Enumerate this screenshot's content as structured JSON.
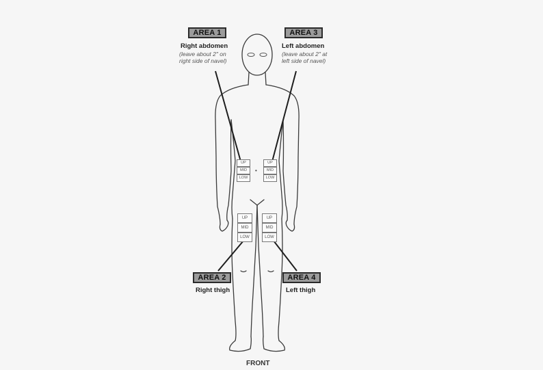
{
  "areas": [
    {
      "id": "area1",
      "box": "AREA 1",
      "label": "Right abdomen",
      "note_line1": "(leave about 2\" on",
      "note_line2": "right side of navel)"
    },
    {
      "id": "area2",
      "box": "AREA 2",
      "label": "Right thigh"
    },
    {
      "id": "area3",
      "box": "AREA 3",
      "label": "Left abdomen",
      "note_line1": "(leave about 2\" at",
      "note_line2": "left side of navel)"
    },
    {
      "id": "area4",
      "box": "AREA 4",
      "label": "Left thigh"
    }
  ],
  "zones": {
    "abdomen_right": [
      "UP",
      "MID",
      "LOW"
    ],
    "abdomen_left": [
      "UP",
      "MID",
      "LOW"
    ],
    "thigh_right": [
      "UP",
      "MID",
      "LOW"
    ],
    "thigh_left": [
      "UP",
      "MID",
      "LOW"
    ]
  },
  "navel_marker": "•",
  "view_label": "FRONT"
}
